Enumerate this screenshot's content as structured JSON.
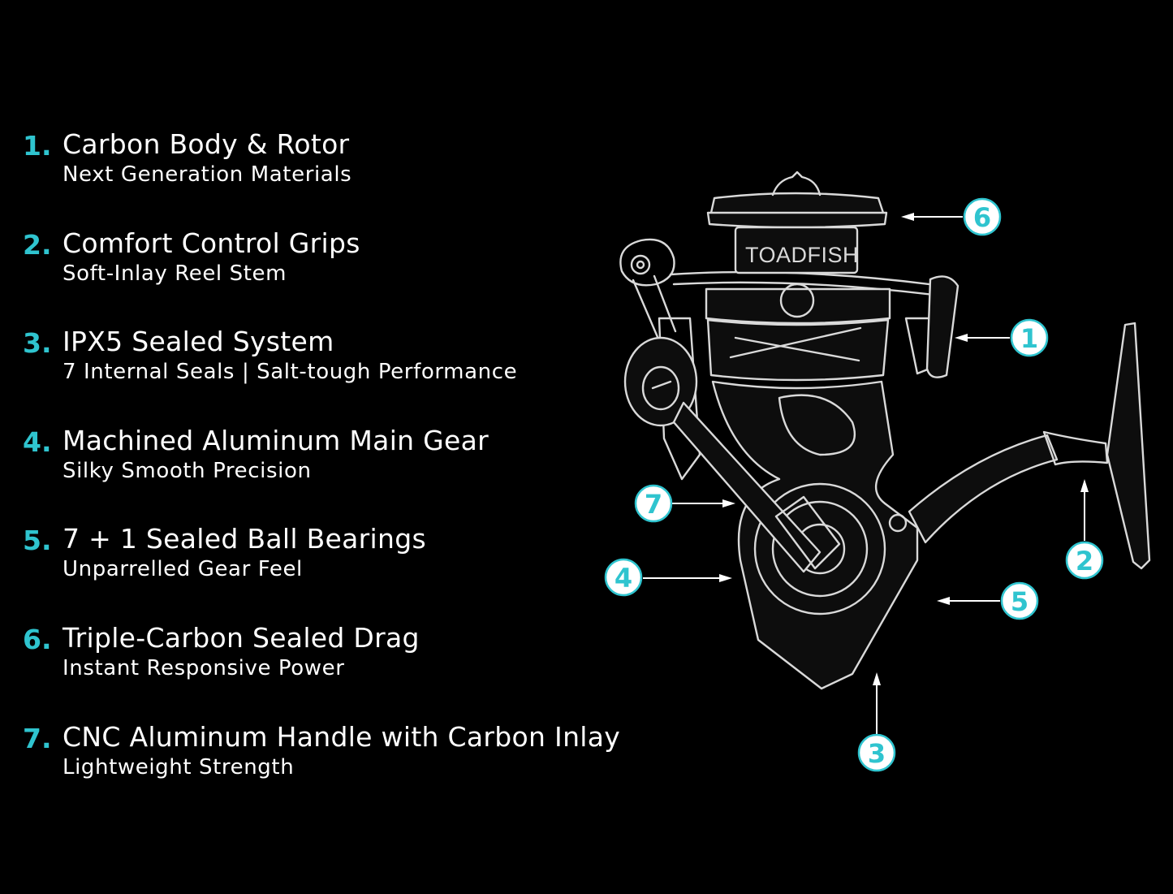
{
  "accent_color": "#2fc4cf",
  "background_color": "#000000",
  "features": [
    {
      "number": "1.",
      "title": "Carbon Body & Rotor",
      "subtitle": "Next Generation Materials"
    },
    {
      "number": "2.",
      "title": "Comfort Control Grips",
      "subtitle": "Soft-Inlay Reel Stem"
    },
    {
      "number": "3.",
      "title": "IPX5 Sealed System",
      "subtitle": "7 Internal Seals | Salt-tough Performance"
    },
    {
      "number": "4.",
      "title": "Machined Aluminum Main Gear",
      "subtitle": "Silky Smooth Precision"
    },
    {
      "number": "5.",
      "title": "7 + 1 Sealed Ball Bearings",
      "subtitle": "Unparrelled Gear Feel"
    },
    {
      "number": "6.",
      "title": "Triple-Carbon Sealed Drag",
      "subtitle": "Instant Responsive Power"
    },
    {
      "number": "7.",
      "title": "CNC Aluminum Handle with Carbon Inlay",
      "subtitle": "Lightweight Strength"
    }
  ],
  "diagram": {
    "brand_label": "TOADFISH",
    "callouts": [
      "6",
      "1",
      "2",
      "7",
      "4",
      "5",
      "3"
    ]
  }
}
